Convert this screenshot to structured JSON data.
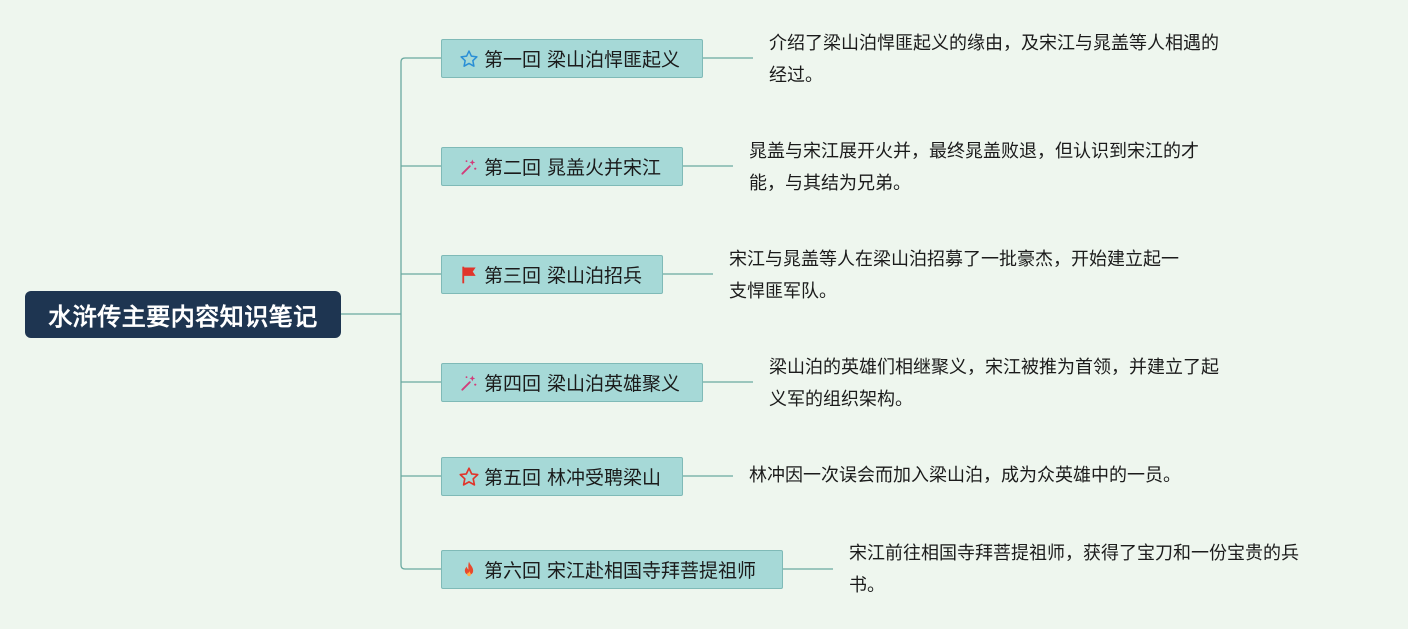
{
  "root": {
    "title": "水浒传主要内容知识笔记"
  },
  "chapters": [
    {
      "title": "第一回 梁山泊悍匪起义",
      "icon": "blue-star-outline-icon",
      "desc": "介绍了梁山泊悍匪起义的缘由，及宋江与晁盖等人相遇的\n经过。"
    },
    {
      "title": "第二回 晁盖火并宋江",
      "icon": "sparkle-wand-icon",
      "desc": "晁盖与宋江展开火并，最终晁盖败退，但认识到宋江的才\n能，与其结为兄弟。"
    },
    {
      "title": "第三回 梁山泊招兵",
      "icon": "red-flag-icon",
      "desc": "宋江与晁盖等人在梁山泊招募了一批豪杰，开始建立起一\n支悍匪军队。"
    },
    {
      "title": "第四回 梁山泊英雄聚义",
      "icon": "sparkle-wand-icon",
      "desc": "梁山泊的英雄们相继聚义，宋江被推为首领，并建立了起\n义军的组织架构。"
    },
    {
      "title": "第五回 林冲受聘梁山",
      "icon": "red-star-outline-icon",
      "desc": "林冲因一次误会而加入梁山泊，成为众英雄中的一员。"
    },
    {
      "title": "第六回 宋江赴相国寺拜菩提祖师",
      "icon": "fire-icon",
      "desc": "宋江前往相国寺拜菩提祖师，获得了宝刀和一份宝贵的兵\n书。"
    }
  ],
  "colors": {
    "background": "#eef6ee",
    "root": "#1e3551",
    "node": "#a6d9d7",
    "connector": "#6aa9a0"
  }
}
